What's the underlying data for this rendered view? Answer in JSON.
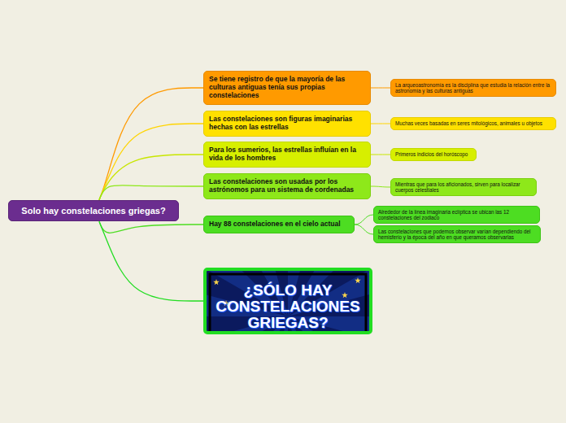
{
  "diagram": {
    "nodes": [
      {
        "text": [
          "Solo hay constelaciones griegas?"
        ]
      },
      {
        "text": [
          "Se tiene registro de que la mayoría de las culturas antiguas tenía sus propias constelaciones"
        ]
      },
      {
        "text": [
          "La arqueoastronomía es la disciplina que estudia la relación entre la astronomía y las culturas antiguas"
        ]
      },
      {
        "text": [
          "Las constelaciones son figuras imaginarias hechas con las estrellas"
        ]
      },
      {
        "text": [
          "Muchas veces basadas en seres mitológicos, animales u objetos"
        ]
      },
      {
        "text": [
          "Para los sumerios, las estrellas influían en la vida de los hombres"
        ]
      },
      {
        "text": [
          "Primeros indicios del horóscopo"
        ]
      },
      {
        "text": [
          "Las constelaciones son usadas por los astrónomos para un sistema de cordenadas"
        ]
      },
      {
        "text": [
          "Mientras que para los aficionados, sirven para localizar cuerpos celestiales"
        ]
      },
      {
        "text": [
          "Hay 88 constelaciones en el cielo actual"
        ]
      },
      {
        "text": [
          "Alrededor de la línea imaginaria eclíptica se ubican las 12 constelaciones del zodiaco"
        ]
      },
      {
        "text": [
          "Las constelaciones que podemos observar varían dependiendo del hemisferio y la época del año en que queramos observarlas"
        ]
      },
      {
        "text": [
          "¿SÓLO HAY CONSTELACIONES GRIEGAS?"
        ]
      }
    ],
    "edges": [
      {
        "from": 0,
        "to": 1,
        "arrow": "none"
      },
      {
        "from": 1,
        "to": 2,
        "arrow": "none"
      },
      {
        "from": 0,
        "to": 3,
        "arrow": "none"
      },
      {
        "from": 3,
        "to": 4,
        "arrow": "none"
      },
      {
        "from": 0,
        "to": 5,
        "arrow": "none"
      },
      {
        "from": 5,
        "to": 6,
        "arrow": "none"
      },
      {
        "from": 0,
        "to": 7,
        "arrow": "none"
      },
      {
        "from": 7,
        "to": 8,
        "arrow": "none"
      },
      {
        "from": 0,
        "to": 9,
        "arrow": "none"
      },
      {
        "from": 9,
        "to": 10,
        "arrow": "none"
      },
      {
        "from": 9,
        "to": 11,
        "arrow": "none"
      },
      {
        "from": 0,
        "to": 12,
        "arrow": "none"
      }
    ]
  }
}
